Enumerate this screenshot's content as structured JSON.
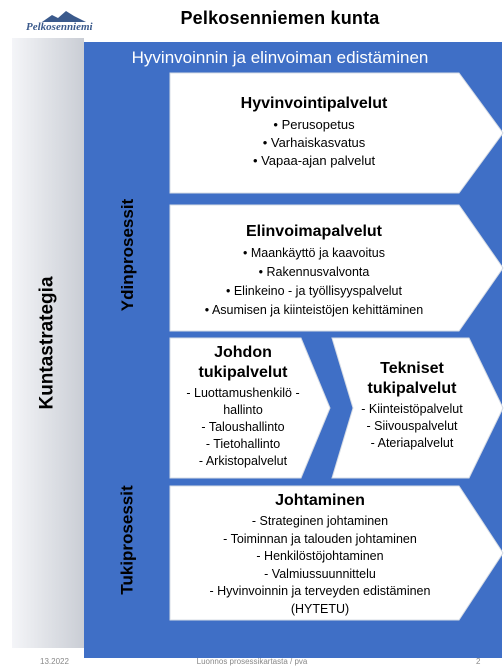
{
  "logo": {
    "text": "Pelkosenniemi"
  },
  "title": "Pelkosenniemen kunta",
  "strategy_label": "Kuntastrategia",
  "panel": {
    "header": "Hyvinvoinnin ja elinvoiman edistäminen",
    "core_label": "Ydinprosessit",
    "support_label": "Tukiprosessit",
    "background_color": "#3f6fc6"
  },
  "boxes": {
    "wellbeing": {
      "title": "Hyvinvointipalvelut",
      "items": [
        "•  Perusopetus",
        "•  Varhaiskasvatus",
        "•  Vapaa-ajan palvelut"
      ]
    },
    "vitality": {
      "title": "Elinvoimapalvelut",
      "items": [
        "•  Maankäyttö ja kaavoitus",
        "•  Rakennusvalvonta",
        "•  Elinkeino - ja työllisyyspalvelut",
        "•  Asumisen ja kiinteistöjen kehittäminen"
      ]
    },
    "management_support": {
      "title_line1": "Johdon",
      "title_line2": "tukipalvelut",
      "items": [
        "- Luottamushenkilö -",
        "hallinto",
        "-  Taloushallinto",
        "-  Tietohallinto",
        "-  Arkistopalvelut"
      ]
    },
    "technical_support": {
      "title_line1": "Tekniset",
      "title_line2": "tukipalvelut",
      "items": [
        "-  Kiinteistöpalvelut",
        "-  Siivouspalvelut",
        "-  Ateriapalvelut"
      ]
    },
    "leadership": {
      "title": "Johtaminen",
      "items": [
        "-  Strateginen johtaminen",
        "-  Toiminnan ja talouden johtaminen",
        "-  Henkilöstöjohtaminen",
        "-  Valmiussuunnittelu",
        "-  Hyvinvoinnin ja terveyden edistäminen",
        "(HYTETU)"
      ]
    }
  },
  "footer": {
    "date": "13.2022",
    "center": "Luonnos prosessikartasta / pva",
    "page": "2"
  }
}
